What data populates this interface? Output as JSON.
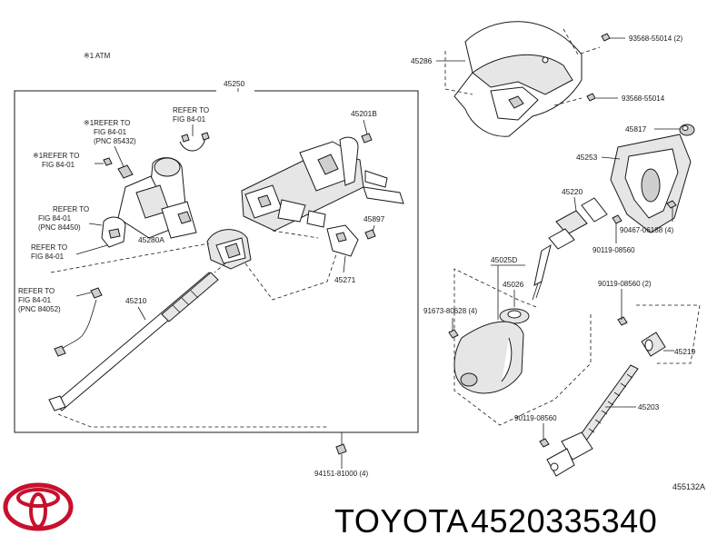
{
  "diagram": {
    "atm_note": "※1 ATM",
    "corner_code": "455132A",
    "labels": {
      "p45250": "45250",
      "p45286": "45286",
      "p93568_2": "93568-55014 (2)",
      "p93568": "93568-55014",
      "p45817": "45817",
      "p45253": "45253",
      "p45201b": "45201B",
      "p45220": "45220",
      "p90467": "90467-06188 (4)",
      "p90119a": "90119-08560",
      "p45897": "45897",
      "p45280a": "45280A",
      "p45271": "45271",
      "p45025d": "45025D",
      "p45026": "45026",
      "p91673": "91673-80628 (4)",
      "p90119_2": "90119-08560 (2)",
      "p45210": "45210",
      "p45219": "45219",
      "p45203": "45203",
      "p90119b": "90119-08560",
      "p94151": "94151-81000 (4)"
    },
    "refer": {
      "r1": [
        "REFER TO",
        "FIG 84-01"
      ],
      "r2": [
        "※1REFER TO",
        "FIG 84-01",
        "(PNC 85432)"
      ],
      "r3": [
        "※1REFER TO",
        "FIG 84-01"
      ],
      "r4": [
        "REFER TO",
        "FIG 84-01",
        "(PNC 84450)"
      ],
      "r5": [
        "REFER TO",
        "FIG 84-01"
      ],
      "r6": [
        "REFER TO",
        "FIG 84-01",
        "(PNC 84052)"
      ]
    }
  },
  "footer": {
    "brand": "TOYOTA",
    "part_number": "4520335340",
    "logo": "toyota-logo",
    "logo_color": "#c8102e"
  }
}
